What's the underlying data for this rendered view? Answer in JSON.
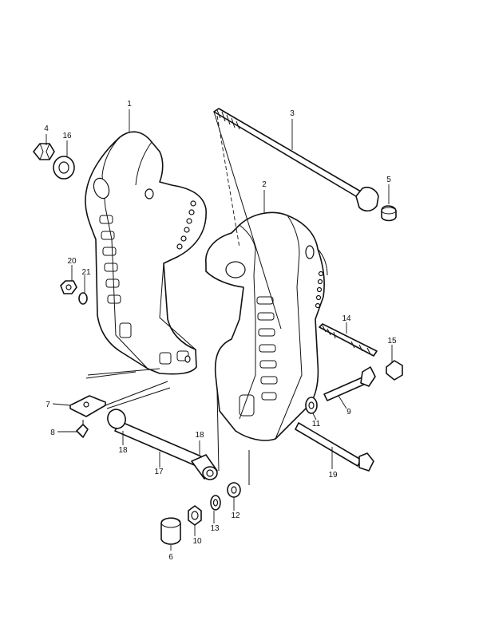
{
  "figure": {
    "callouts": [
      {
        "id": "c1",
        "text": "1"
      },
      {
        "id": "c2",
        "text": "2"
      },
      {
        "id": "c3",
        "text": "3"
      },
      {
        "id": "c4",
        "text": "4"
      },
      {
        "id": "c5",
        "text": "5"
      },
      {
        "id": "c6",
        "text": "6"
      },
      {
        "id": "c7",
        "text": "7"
      },
      {
        "id": "c8",
        "text": "8"
      },
      {
        "id": "c9",
        "text": "9"
      },
      {
        "id": "c10",
        "text": "10"
      },
      {
        "id": "c11",
        "text": "11"
      },
      {
        "id": "c12",
        "text": "12"
      },
      {
        "id": "c13",
        "text": "13"
      },
      {
        "id": "c14",
        "text": "14"
      },
      {
        "id": "c15",
        "text": "15"
      },
      {
        "id": "c16",
        "text": "16"
      },
      {
        "id": "c17",
        "text": "17"
      },
      {
        "id": "c18a",
        "text": "18"
      },
      {
        "id": "c18b",
        "text": "18"
      },
      {
        "id": "c19",
        "text": "19"
      },
      {
        "id": "c20",
        "text": "20"
      },
      {
        "id": "c21",
        "text": "21"
      }
    ]
  }
}
